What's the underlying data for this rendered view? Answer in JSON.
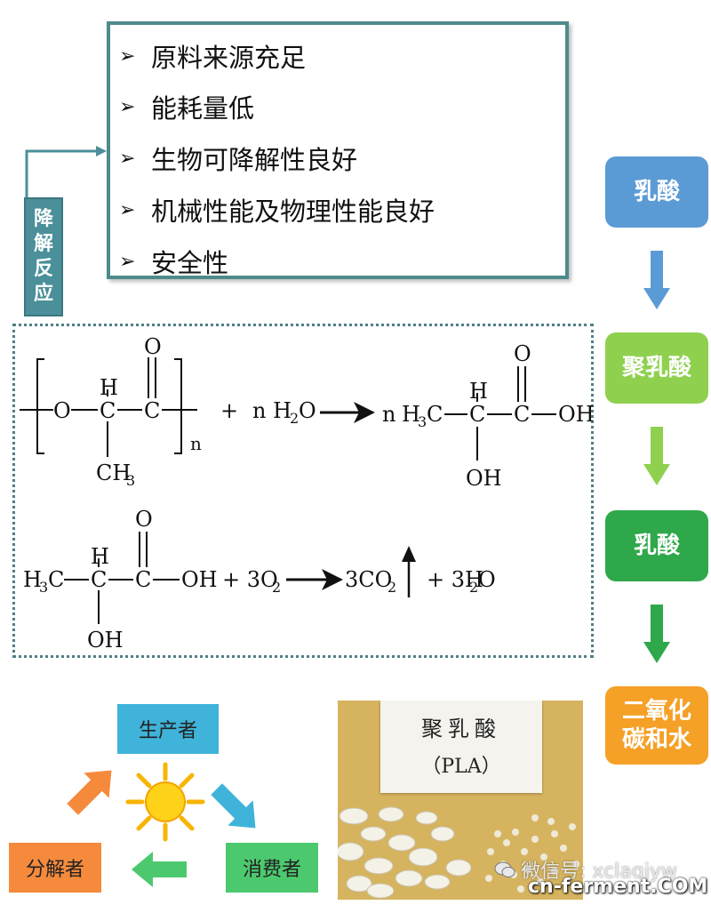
{
  "properties": {
    "items": [
      "原料来源充足",
      "能耗量低",
      "生物可降解性良好",
      "机械性能及物理性能良好",
      "安全性"
    ]
  },
  "side_label": [
    "降",
    "解",
    "反",
    "应"
  ],
  "reaction1": {
    "atom_O": "O",
    "atom_H": "H",
    "atom_C": "C",
    "carbonyl_O": "O",
    "ch3": "CH",
    "ch3_sub": "3",
    "repeat_n": "n",
    "plus": "+",
    "water_coef": "n H",
    "water_sub": "2",
    "water_O": "O",
    "product_coef": "n",
    "h3c_H": "H",
    "h3c_sub": "3",
    "h3c_C": "C",
    "oh": "OH"
  },
  "reaction2": {
    "h3c_H": "H",
    "h3c_sub": "3",
    "h3c_C": "C",
    "atom_H": "H",
    "atom_C": "C",
    "carbonyl_O": "O",
    "oh_acid": "OH",
    "oh_side": "OH",
    "o2": "+ 3O",
    "o2_sub": "2",
    "co2": "3CO",
    "co2_sub": "2",
    "h2o_pre": "+ 3H",
    "h2o_sub": "2",
    "h2o_post": "O"
  },
  "flow": [
    {
      "label": "乳酸",
      "color": "#5b9bd5"
    },
    {
      "label": "聚乳酸",
      "color": "#8fd14f"
    },
    {
      "label": "乳酸",
      "color": "#2ea84a"
    },
    {
      "label": "二氧化碳和水",
      "line1": "二氧化",
      "line2": "碳和水",
      "color": "#f5a026"
    }
  ],
  "cycle": {
    "producer": "生产者",
    "consumer": "消费者",
    "decomposer": "分解者",
    "producer_color": "#3fb3d9",
    "consumer_color": "#4cc96e",
    "decomposer_color": "#f58a3c"
  },
  "photo": {
    "title": "聚乳酸",
    "subtitle": "（PLA）"
  },
  "watermark": {
    "wechat": "微信号: xclaqjyw",
    "brand": "cn-ferment.COM"
  }
}
